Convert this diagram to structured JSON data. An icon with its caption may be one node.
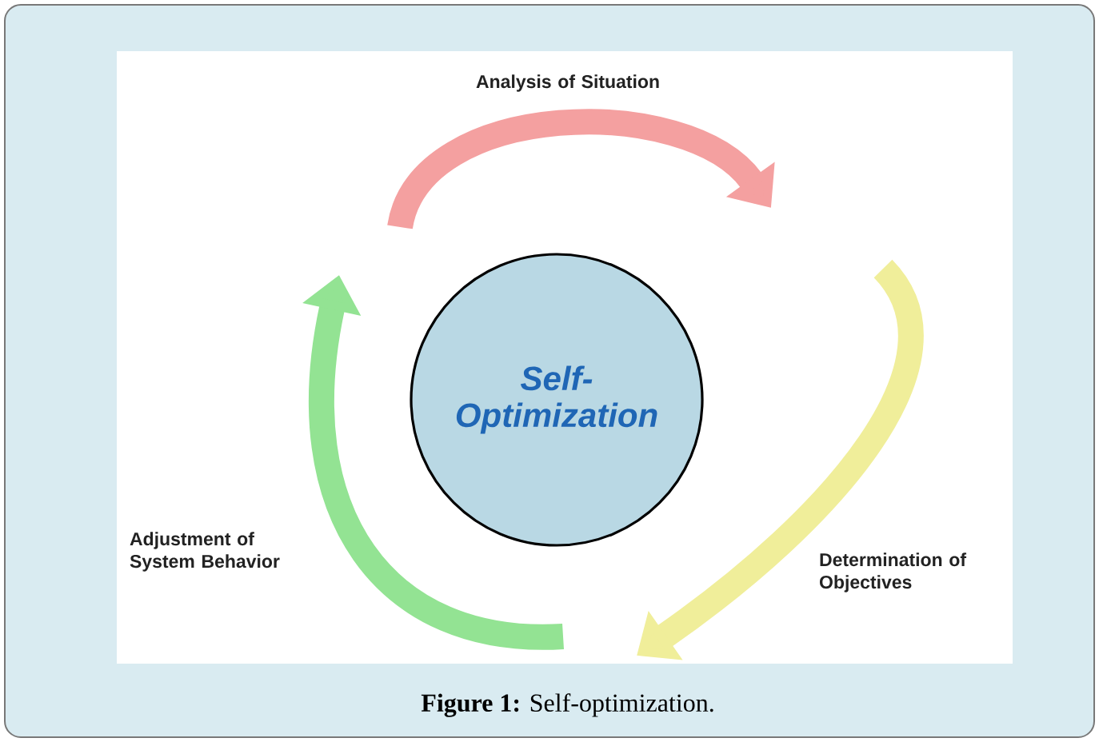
{
  "diagram": {
    "caption": "**Figure 1:** Self-optimization.",
    "nodes": [
      {
        "text": [
          "Self-Optimization"
        ]
      }
    ],
    "labels": [
      "Analysis of Situation",
      "Adjustment of System Behavior",
      "Determination of Objectives"
    ]
  }
}
